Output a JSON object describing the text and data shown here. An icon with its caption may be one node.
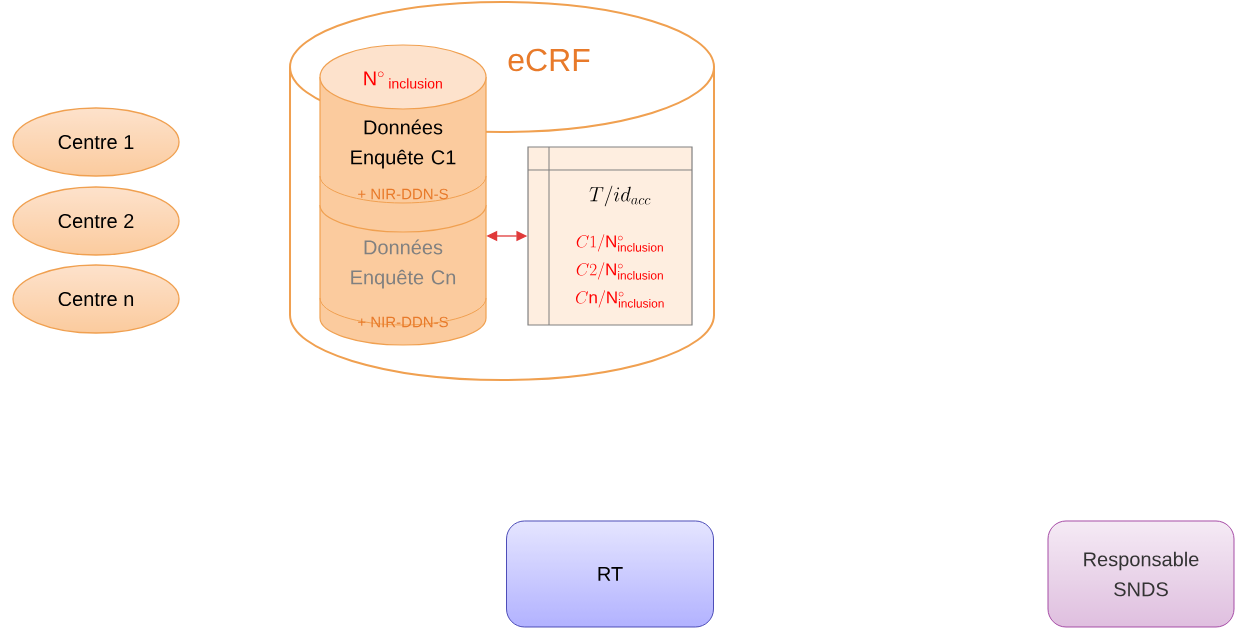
{
  "diagram": {
    "nodes": [
      {
        "text": [
          "Centre 1"
        ]
      },
      {
        "text": [
          "Centre 2"
        ]
      },
      {
        "text": [
          "Centre n"
        ]
      },
      {
        "text": [
          "eCRF"
        ]
      },
      {
        "text": [
          "\\mathrm{N}^{\\circ}\\,_{\\mathrm{inclusion}}",
          "Données Enquête C1",
          "+ NIR-DDN-S"
        ],
        "in": 3
      },
      {
        "text": [
          "Données Enquête Cn",
          "+ NIR-DDN-S"
        ],
        "in": 3
      },
      {
        "text": [
          "T/id_{acc}",
          "C1/\\mathrm{N}^{\\circ}_{\\mathrm{inclusion}}",
          "C2/\\mathrm{N}^{\\circ}_{\\mathrm{inclusion}}",
          "C\\mathrm{n}/\\mathrm{N}^{\\circ}_{\\mathrm{inclusion}}"
        ],
        "in": 3
      },
      {
        "text": [
          "RT"
        ]
      },
      {
        "text": [
          "Responsable SNDS"
        ]
      }
    ],
    "edges": [
      {
        "from": 5,
        "to": 6,
        "arrow": "both",
        "color": "#e03a3a"
      }
    ]
  }
}
